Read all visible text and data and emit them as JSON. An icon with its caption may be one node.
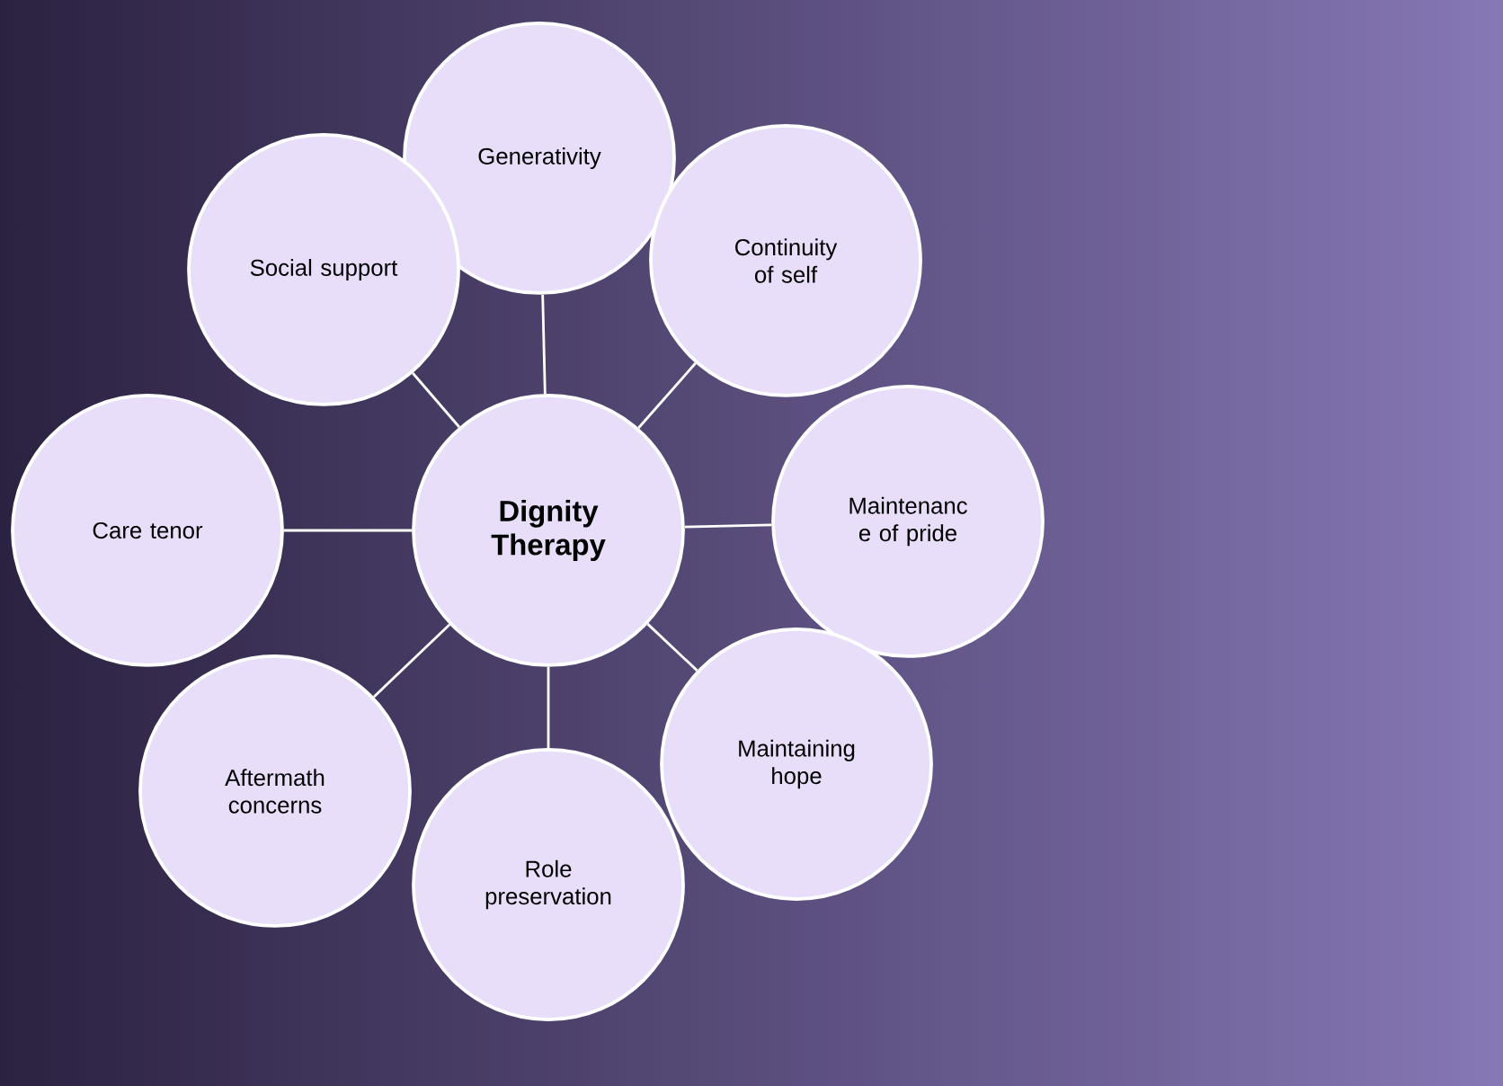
{
  "diagram": {
    "nodes": [
      {
        "text": [
          "Dignity Therapy"
        ]
      },
      {
        "text": [
          "Generativity"
        ]
      },
      {
        "text": [
          "Continuity of self"
        ]
      },
      {
        "text": [
          "Maintenanc e of pride"
        ]
      },
      {
        "text": [
          "Maintaining hope"
        ]
      },
      {
        "text": [
          "Role preservation"
        ]
      },
      {
        "text": [
          "Aftermath concerns"
        ]
      },
      {
        "text": [
          "Care tenor"
        ]
      },
      {
        "text": [
          "Social support"
        ]
      }
    ],
    "edges": [
      {
        "from": 0,
        "to": 1,
        "arrow": "none"
      },
      {
        "from": 0,
        "to": 2,
        "arrow": "none"
      },
      {
        "from": 0,
        "to": 3,
        "arrow": "none"
      },
      {
        "from": 0,
        "to": 4,
        "arrow": "none"
      },
      {
        "from": 0,
        "to": 5,
        "arrow": "none"
      },
      {
        "from": 0,
        "to": 6,
        "arrow": "none"
      },
      {
        "from": 0,
        "to": 7,
        "arrow": "none"
      },
      {
        "from": 0,
        "to": 8,
        "arrow": "none"
      }
    ]
  }
}
